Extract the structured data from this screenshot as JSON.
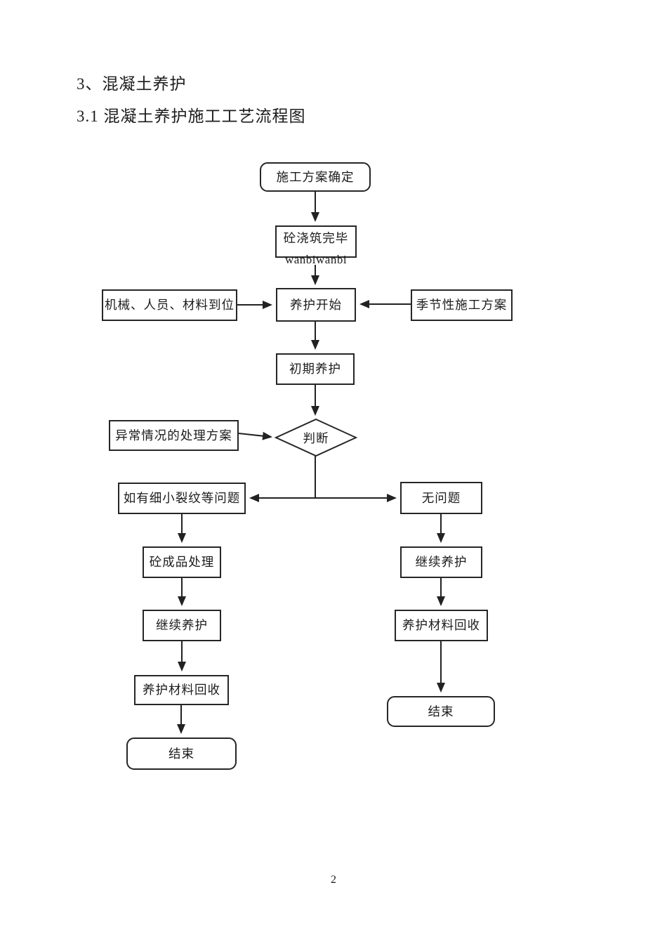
{
  "page": {
    "heading": "3、混凝土养护",
    "subheading": "3.1 混凝土养护施工工艺流程图",
    "page_number": "2"
  },
  "flowchart": {
    "nodes": {
      "start": "施工方案确定",
      "pour_done": "砼浇筑完毕",
      "pour_done_annotation": "wanbiwanbi",
      "resources_ready": "机械、人员、材料到位",
      "curing_start": "养护开始",
      "seasonal_plan": "季节性施工方案",
      "initial_curing": "初期养护",
      "abnormal_plan": "异常情况的处理方案",
      "decision": "判断",
      "cracks_branch": "如有细小裂纹等问题",
      "no_problem_branch": "无问题",
      "product_treatment": "砼成品处理",
      "continue_curing_left": "继续养护",
      "material_recycle_left": "养护材料回收",
      "end_left": "结束",
      "continue_curing_right": "继续养护",
      "material_recycle_right": "养护材料回收",
      "end_right": "结束"
    },
    "line_color": "#222222"
  }
}
